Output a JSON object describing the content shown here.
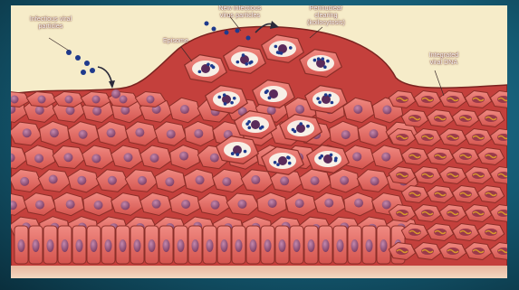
{
  "figure": {
    "labels": {
      "infectious_particles": "Infectious viral\nparticles",
      "new_particles": "New infectious\nvirus particles",
      "perinuclear": "Perinuclear\nclearing\n(koilocytosis)",
      "episome": "Episome",
      "integrated": "Integrated\nviral DNA"
    },
    "colors": {
      "background": "#f6ecc9",
      "cell_fill": "#e0645e",
      "cell_stroke": "#8a2e28",
      "nucleus": "#9a5278",
      "virus_particle": "#1f3a8c",
      "viral_dna": "#d99a2b",
      "clearing": "#f7efe6"
    }
  }
}
